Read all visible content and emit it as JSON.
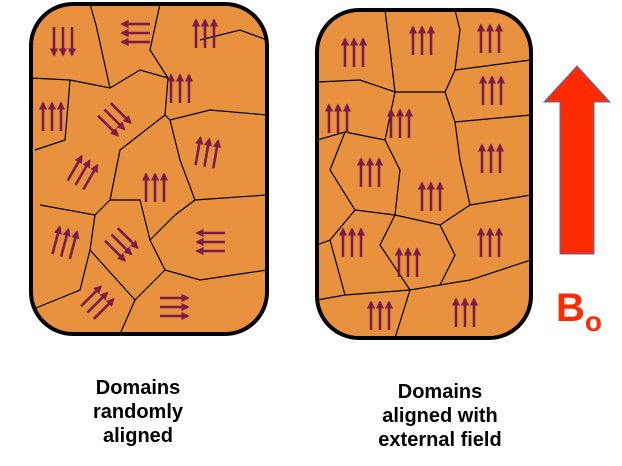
{
  "captions": {
    "left": [
      "Domains",
      "randomly",
      "aligned"
    ],
    "right": [
      "Domains",
      "aligned with",
      "external field"
    ]
  },
  "field_label": {
    "main": "B",
    "subscript": "o"
  },
  "colors": {
    "domain_fill": "#e8913f",
    "domain_border": "#000000",
    "spin_arrow": "#7a1b48",
    "field_arrow": "#ff2a00",
    "field_label": "#ff2a00"
  },
  "icons": {
    "spin": "spin-arrow-icon",
    "field": "external-field-arrow-icon"
  }
}
